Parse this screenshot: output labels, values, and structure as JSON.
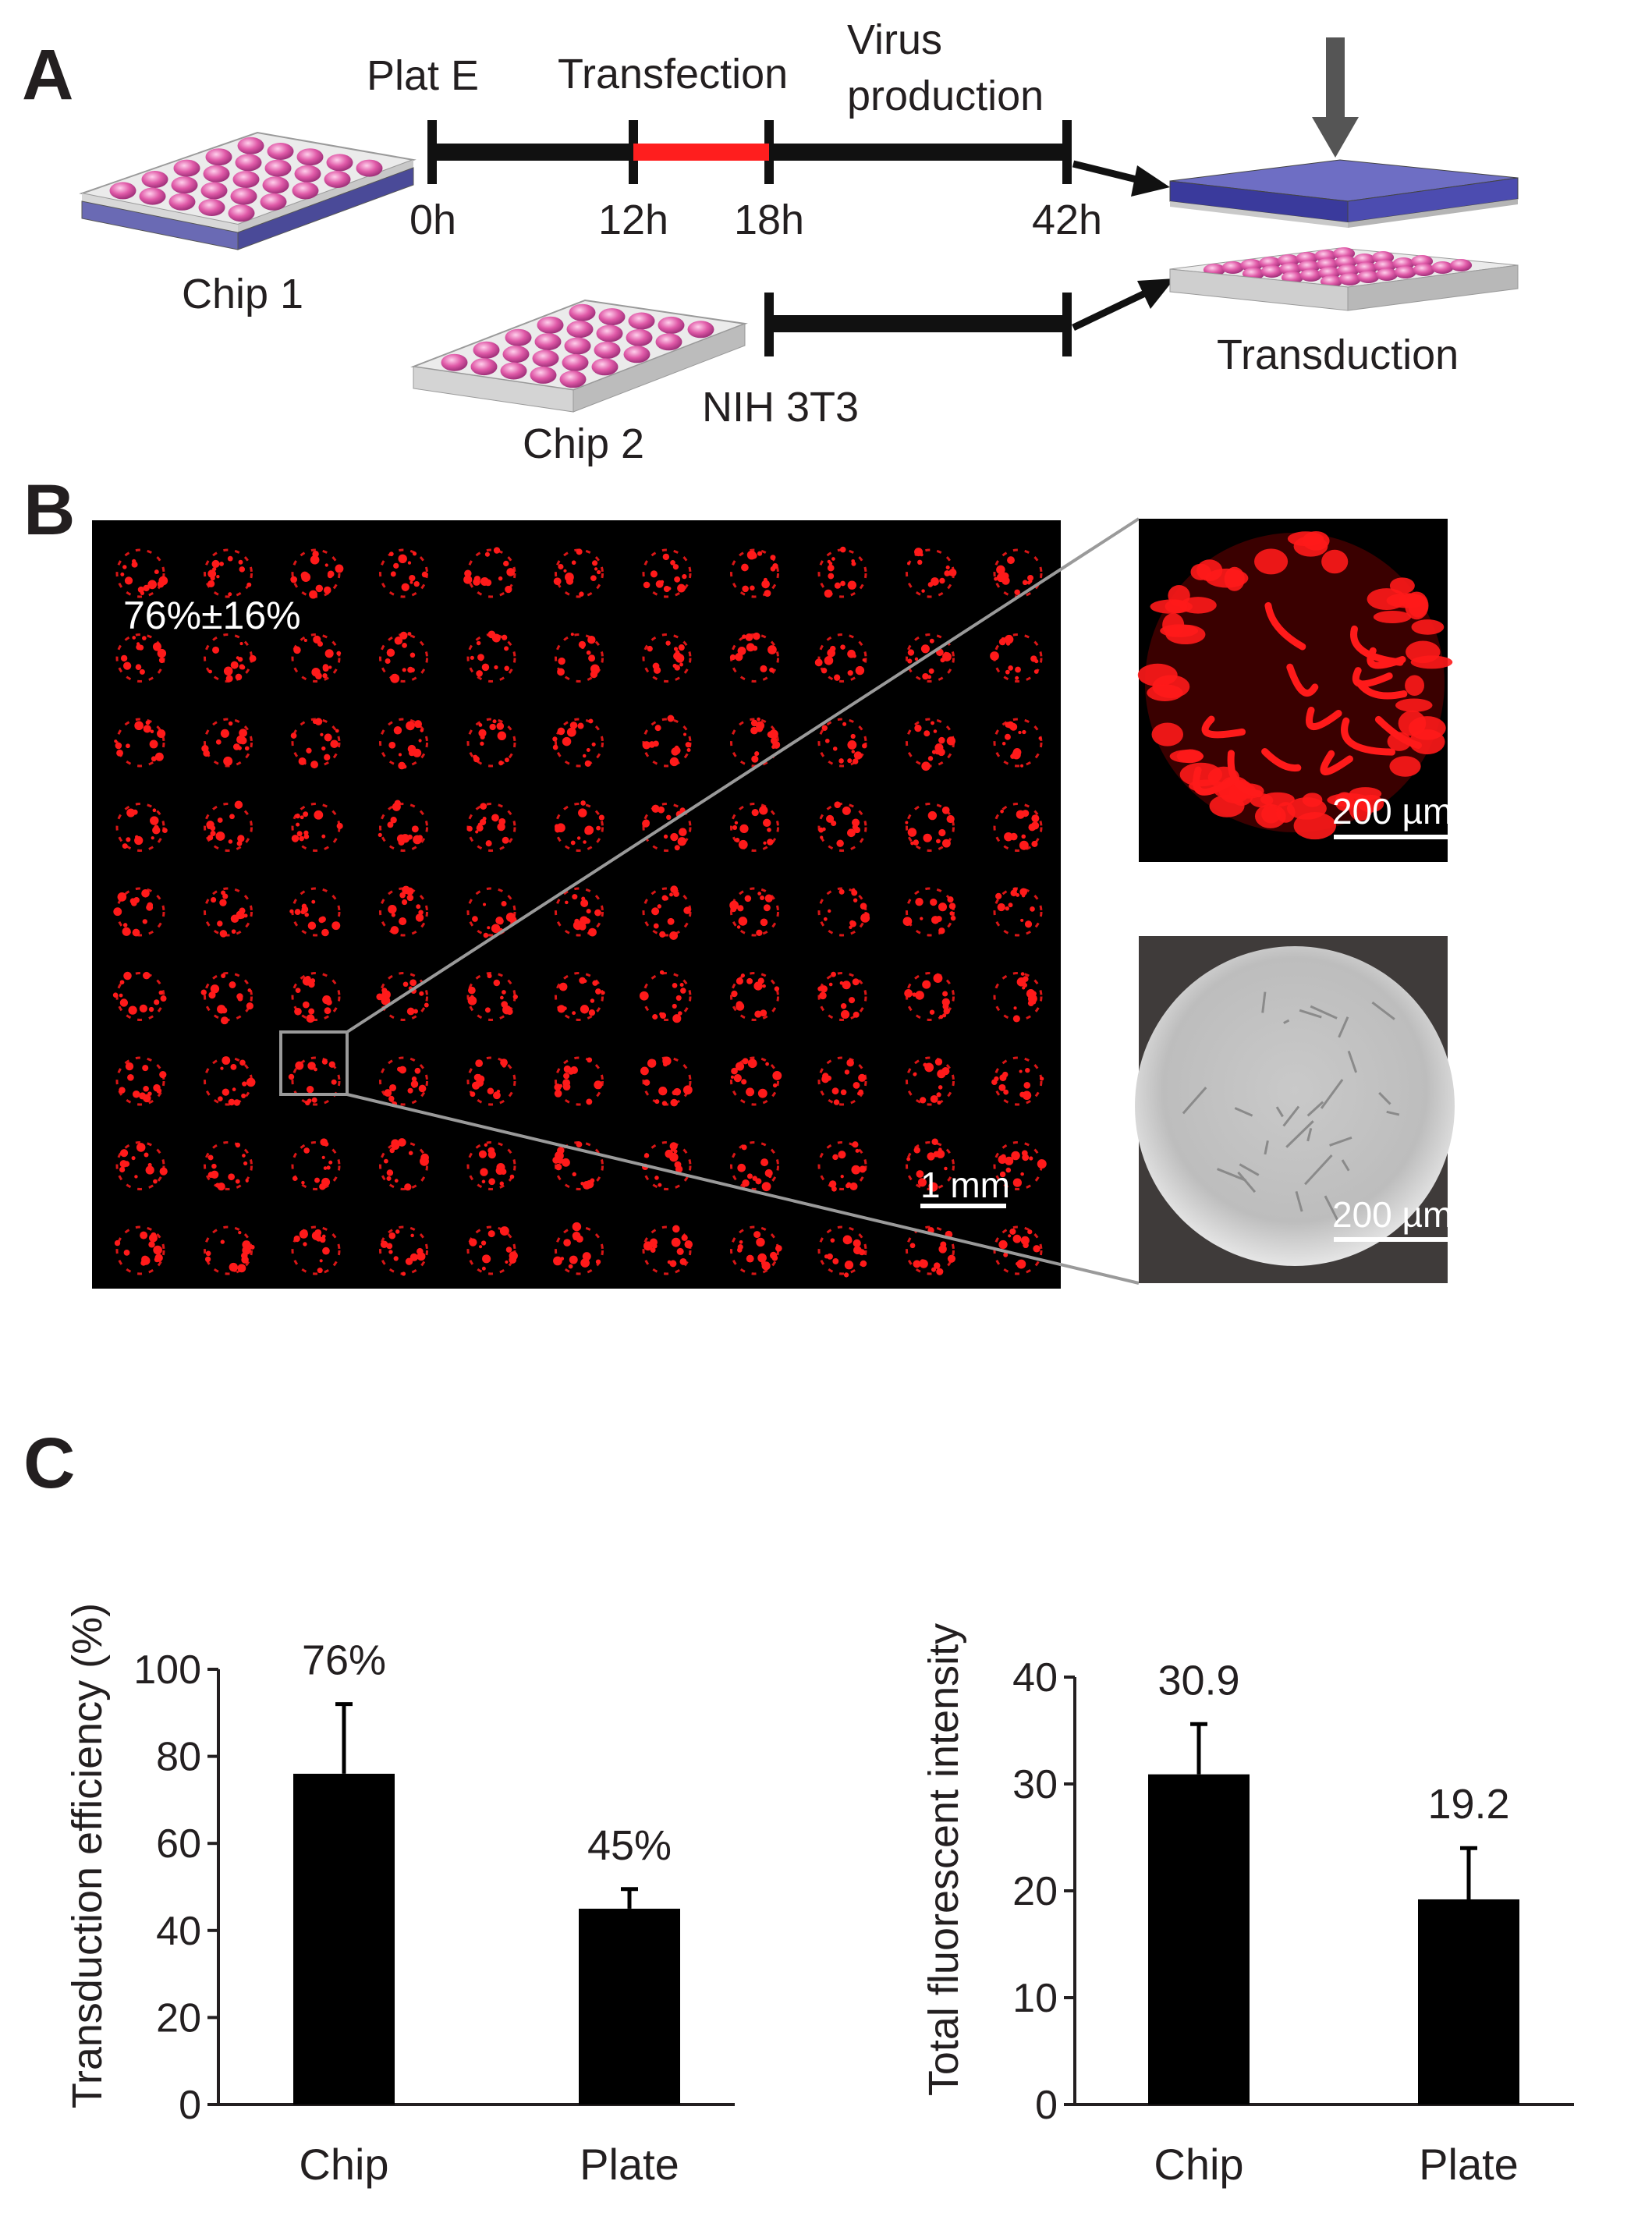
{
  "figure": {
    "panel_a": {
      "letter": "A",
      "chip1_label": "Chip 1",
      "chip2_label": "Chip 2",
      "platE_label": "Plat E",
      "transfection_label": "Transfection",
      "virus_label_line1": "Virus",
      "virus_label_line2": "production",
      "nih_label": "NIH 3T3",
      "transduction_label": "Transduction",
      "timepoints": [
        "0h",
        "12h",
        "18h",
        "42h"
      ],
      "colors": {
        "transfection_bar": "#ff1e1e",
        "chip_top": "#4a4aa0",
        "well": "#e05aa8"
      }
    },
    "panel_b": {
      "letter": "B",
      "efficiency_text": "76%±16%",
      "scale_1mm": "1 mm",
      "scale_200um_fluor": "200 µm",
      "scale_200um_bright": "200 µm",
      "grid_rows": 9,
      "grid_cols": 11,
      "colors": {
        "fluorescence": "#ff1a1a",
        "background": "#000000"
      }
    },
    "panel_c": {
      "letter": "C"
    }
  },
  "chart_data": [
    {
      "type": "bar",
      "categories": [
        "Chip",
        "Plate"
      ],
      "values": [
        76,
        45
      ],
      "error": [
        16,
        4.5
      ],
      "data_labels": [
        "76%",
        "45%"
      ],
      "ylabel": "Transduction efficiency (%)",
      "xlabel": "",
      "ylim": [
        0,
        100
      ],
      "yticks": [
        0,
        20,
        40,
        60,
        80,
        100
      ],
      "grid": false
    },
    {
      "type": "bar",
      "categories": [
        "Chip",
        "Plate"
      ],
      "values": [
        30.9,
        19.2
      ],
      "error": [
        4.7,
        4.8
      ],
      "data_labels": [
        "30.9",
        "19.2"
      ],
      "ylabel": "Total fluorescent intensity",
      "xlabel": "",
      "ylim": [
        0,
        40
      ],
      "yticks": [
        0,
        10,
        20,
        30,
        40
      ],
      "grid": false
    }
  ]
}
